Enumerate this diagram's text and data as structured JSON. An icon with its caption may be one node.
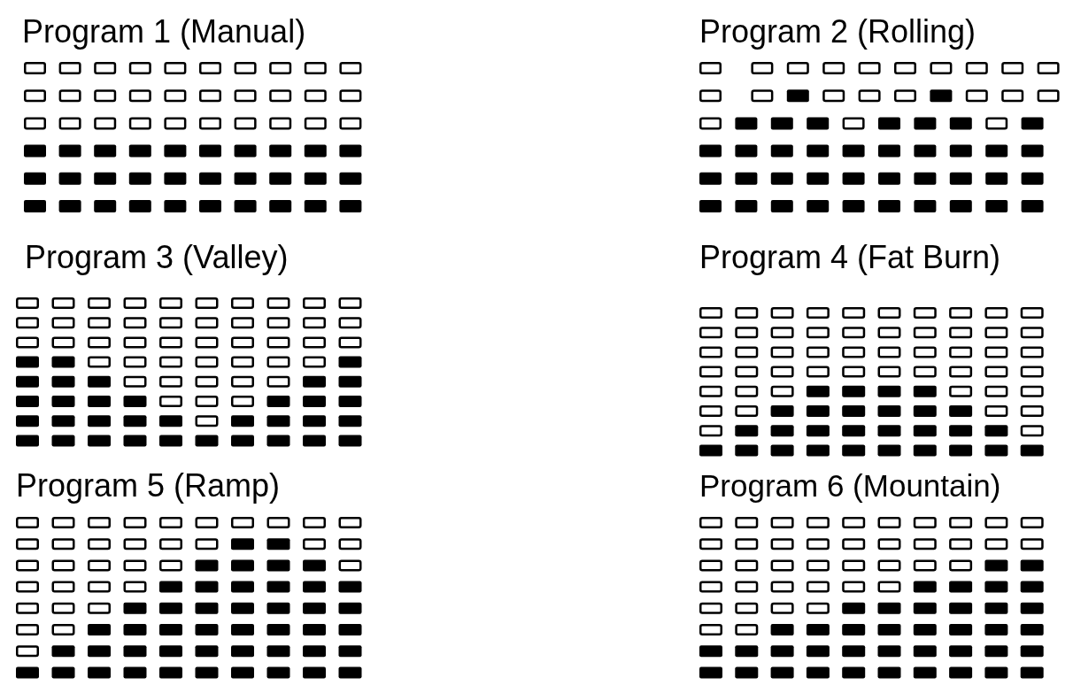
{
  "diagram": {
    "labels": [
      "Program 1 (Manual)",
      "Program 2 (Rolling)",
      "Program 3 (Valley)",
      "Program 4 (Fat Burn)",
      "Program 5 (Ramp)",
      "Program 6 (Mountain)"
    ]
  }
}
